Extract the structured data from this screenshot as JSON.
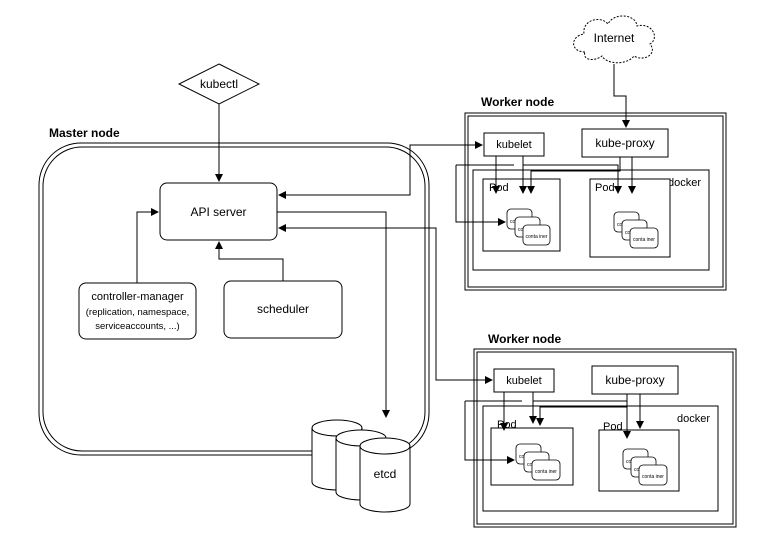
{
  "internet": {
    "label": "Internet"
  },
  "kubectl": {
    "label": "kubectl"
  },
  "master": {
    "title": "Master node",
    "api_server": "API server",
    "controller_manager": {
      "line1": "controller-manager",
      "line2": "(replication, namespace,",
      "line3": "serviceaccounts, ...)"
    },
    "scheduler": "scheduler",
    "etcd": "etcd"
  },
  "worker1": {
    "title": "Worker node",
    "kubelet": "kubelet",
    "kube_proxy": "kube-proxy",
    "docker": "docker",
    "pod1": {
      "label": "Pod",
      "container": "conta iner",
      "container_short": "co"
    },
    "pod2": {
      "label": "Pod",
      "container": "conta iner",
      "container_short": "co"
    }
  },
  "worker2": {
    "title": "Worker node",
    "kubelet": "kubelet",
    "kube_proxy": "kube-proxy",
    "docker": "docker",
    "pod1": {
      "label": "Pod",
      "container": "conta iner",
      "container_short": "co"
    },
    "pod2": {
      "label": "Pod",
      "container": "conta iner",
      "container_short": "co"
    }
  }
}
